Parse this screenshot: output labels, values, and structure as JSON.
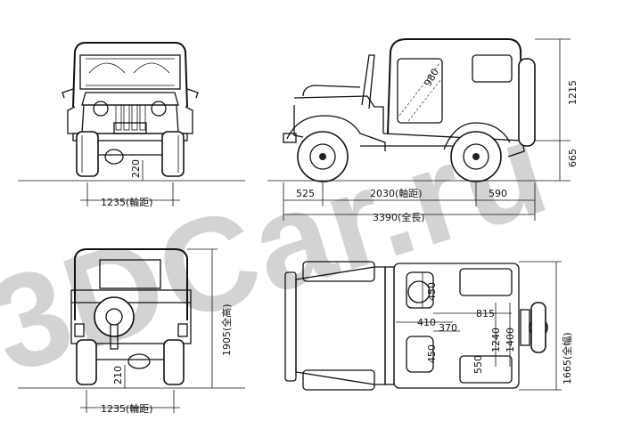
{
  "watermark": {
    "text": "3DCar.ru",
    "color": "#c8c8c8"
  },
  "front_view": {
    "track": "1235(輪距)",
    "ground_clearance": "220"
  },
  "side_view": {
    "height_top": "1215",
    "height_bottom": "665",
    "front_overhang": "525",
    "wheelbase": "2030(軸距)",
    "rear_overhang": "590",
    "overall_length": "3390(全長)",
    "door_dim": "980"
  },
  "rear_view": {
    "track": "1235(輪距)",
    "overall_height": "1905(全高)",
    "ground_clearance": "210"
  },
  "top_view": {
    "seat_450_top": "450",
    "seat_410": "410",
    "seat_815": "815",
    "seat_370": "370",
    "seat_450_bottom": "450",
    "cargo_1240": "1240",
    "cargo_1400": "1400",
    "cargo_550": "550",
    "overall_width": "1665(全幅)"
  }
}
